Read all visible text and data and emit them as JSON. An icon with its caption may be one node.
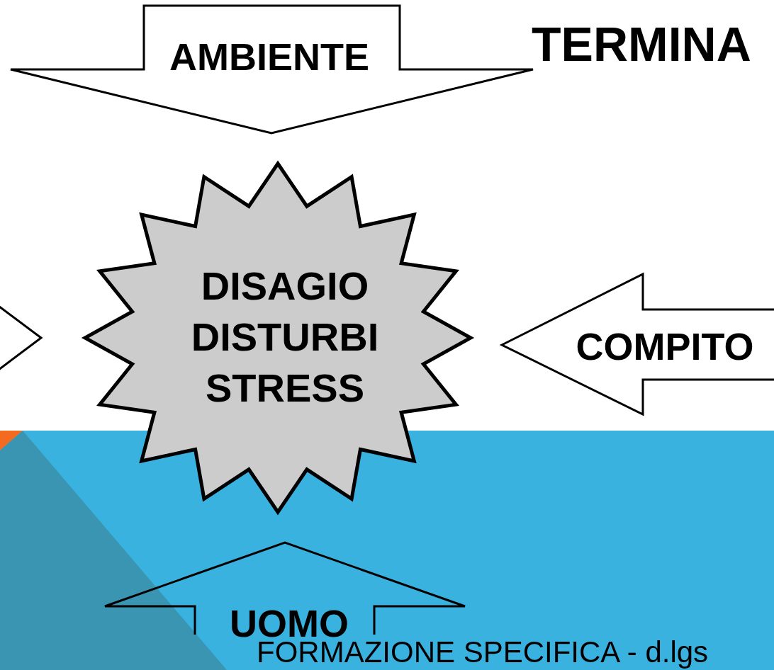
{
  "diagram": {
    "title": "TERMINA",
    "nodes": [
      {
        "text": [
          "AMBIENTE"
        ]
      },
      {
        "text": [
          "DISAGIO DISTURBI STRESS"
        ]
      },
      {
        "text": [
          "COMPITO"
        ]
      },
      {
        "text": [
          "UOMO"
        ]
      },
      {
        "text": [],
        "shape": "arrow"
      }
    ],
    "labels": [
      "FORMAZIONE SPECIFICA - d.lgs"
    ]
  }
}
